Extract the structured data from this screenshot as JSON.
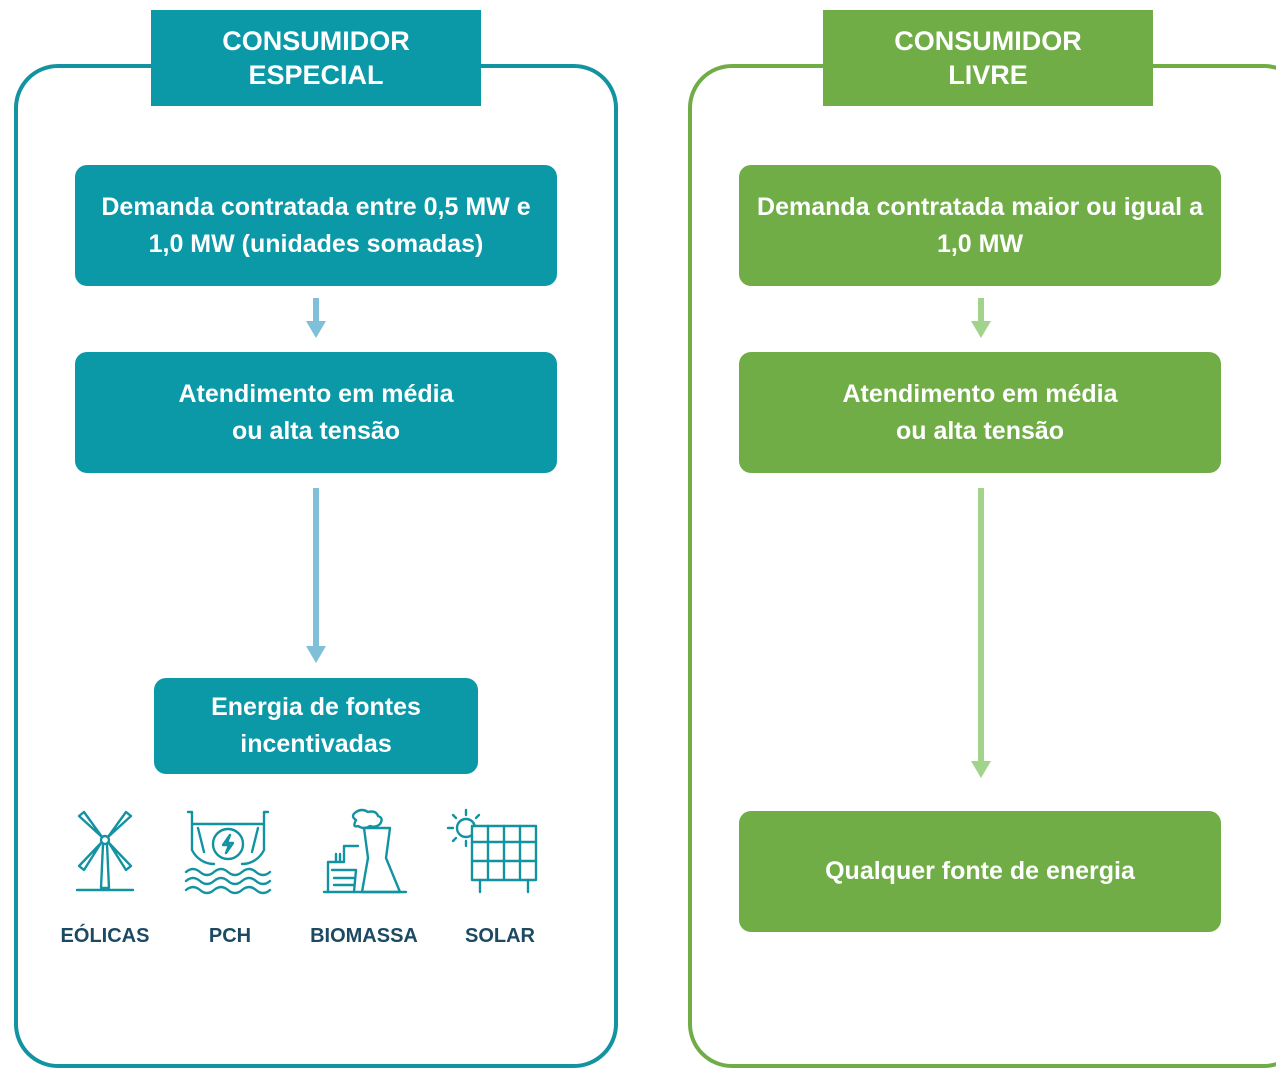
{
  "special": {
    "header": [
      "CONSUMIDOR",
      "ESPECIAL"
    ],
    "demand": [
      "Demanda contratada entre 0,5 MW e",
      "1,0 MW (unidades somadas)"
    ],
    "service": [
      "Atendimento em média",
      "ou alta tensão"
    ],
    "energy": [
      "Energia de fontes",
      "incentivadas"
    ],
    "sources": [
      {
        "label": "EÓLICAS",
        "icon": "wind-turbine-icon"
      },
      {
        "label": "PCH",
        "icon": "hydro-plant-icon"
      },
      {
        "label": "BIOMASSA",
        "icon": "biomass-plant-icon"
      },
      {
        "label": "SOLAR",
        "icon": "solar-panel-icon"
      }
    ]
  },
  "free": {
    "header": [
      "CONSUMIDOR",
      "LIVRE"
    ],
    "demand": [
      "Demanda contratada maior ou igual a",
      "1,0 MW"
    ],
    "service": [
      "Atendimento em média",
      "ou alta tensão"
    ],
    "energy": [
      "Qualquer fonte de energia"
    ]
  },
  "colors": {
    "teal": "#0b99a8",
    "green": "#70ad47",
    "arrow_blue": "#7fbfd8",
    "arrow_green": "#a1d38a",
    "icon": "#1393a2",
    "label": "#1c4a63"
  }
}
